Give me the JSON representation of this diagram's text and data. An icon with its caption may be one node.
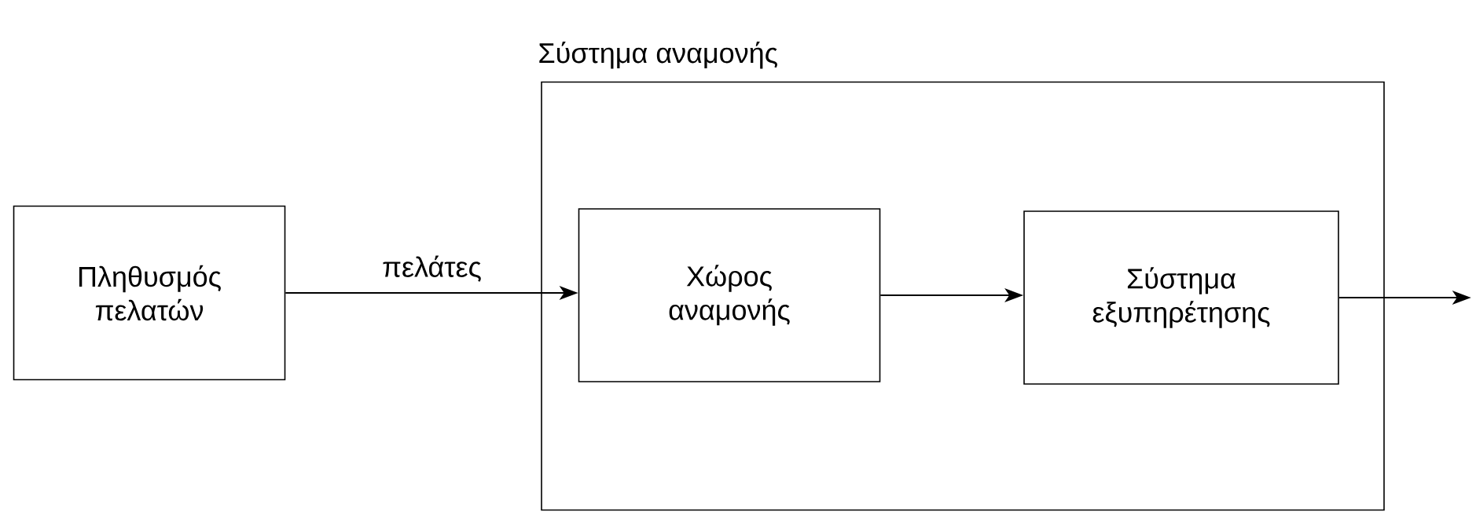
{
  "diagram": {
    "nodes": [
      {
        "text": [
          "Πληθυσμός πελατών"
        ]
      },
      {
        "text": [
          "Σύστημα αναμονής"
        ]
      },
      {
        "text": [
          "Χώρος αναμονής"
        ],
        "in": 1
      },
      {
        "text": [
          "Σύστημα εξυπηρέτησης"
        ],
        "in": 1
      }
    ],
    "edges": [
      {
        "from": 0,
        "to": 2,
        "arrow": "to",
        "label": "πελάτες"
      },
      {
        "from": 2,
        "to": 3,
        "arrow": "to"
      },
      {
        "from": 3,
        "to": null,
        "arrow": "to"
      }
    ]
  }
}
